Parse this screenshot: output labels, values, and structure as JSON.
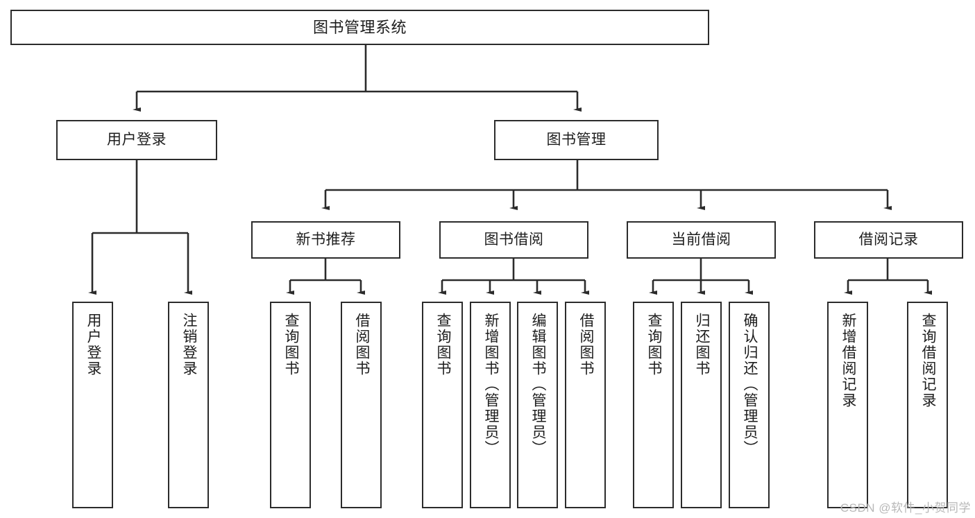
{
  "diagram": {
    "title": "图书管理系统",
    "watermark": "CSDN @软件_小贺同学",
    "colors": {
      "stroke": "#2b2b2b",
      "fill": "#ffffff",
      "text": "#1d1d1d",
      "watermark": "#b8b8b8"
    },
    "levels": {
      "root": {
        "label": "图书管理系统"
      },
      "level2": [
        {
          "label": "用户登录"
        },
        {
          "label": "图书管理"
        }
      ],
      "level3": [
        {
          "label": "新书推荐"
        },
        {
          "label": "图书借阅"
        },
        {
          "label": "当前借阅"
        },
        {
          "label": "借阅记录"
        }
      ],
      "leaves": [
        {
          "label": "用户登录",
          "parent": "用户登录"
        },
        {
          "label": "注销登录",
          "parent": "用户登录"
        },
        {
          "label": "查询图书",
          "parent": "新书推荐"
        },
        {
          "label": "借阅图书",
          "parent": "新书推荐"
        },
        {
          "label": "查询图书",
          "parent": "图书借阅"
        },
        {
          "label": "新增图书（管理员）",
          "parent": "图书借阅"
        },
        {
          "label": "编辑图书（管理员）",
          "parent": "图书借阅"
        },
        {
          "label": "借阅图书",
          "parent": "图书借阅"
        },
        {
          "label": "查询图书",
          "parent": "当前借阅"
        },
        {
          "label": "归还图书",
          "parent": "当前借阅"
        },
        {
          "label": "确认归还（管理员）",
          "parent": "当前借阅"
        },
        {
          "label": "新增借阅记录",
          "parent": "借阅记录"
        },
        {
          "label": "查询借阅记录",
          "parent": "借阅记录"
        }
      ]
    }
  }
}
